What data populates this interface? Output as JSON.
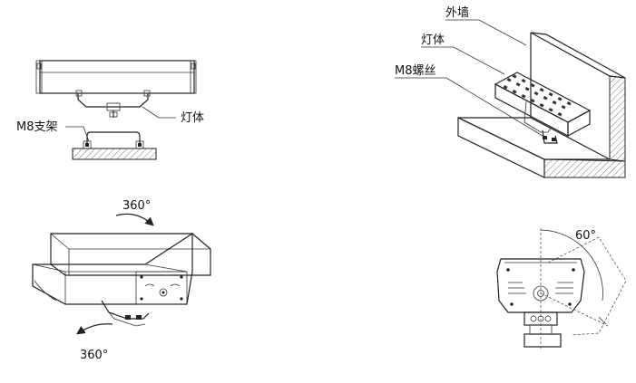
{
  "panels": {
    "top_left": {
      "bracket_label": "M8支架",
      "fixture_label": "灯体"
    },
    "top_right": {
      "wall_label": "外墙",
      "fixture_label": "灯体",
      "screw_label": "M8螺丝"
    },
    "bottom_left": {
      "rotation_top": "360°",
      "rotation_bottom": "360°"
    },
    "bottom_right": {
      "tilt_angle": "60°"
    }
  },
  "colors": {
    "line": "#222222",
    "hatch": "#555555",
    "fill": "#ffffff"
  }
}
